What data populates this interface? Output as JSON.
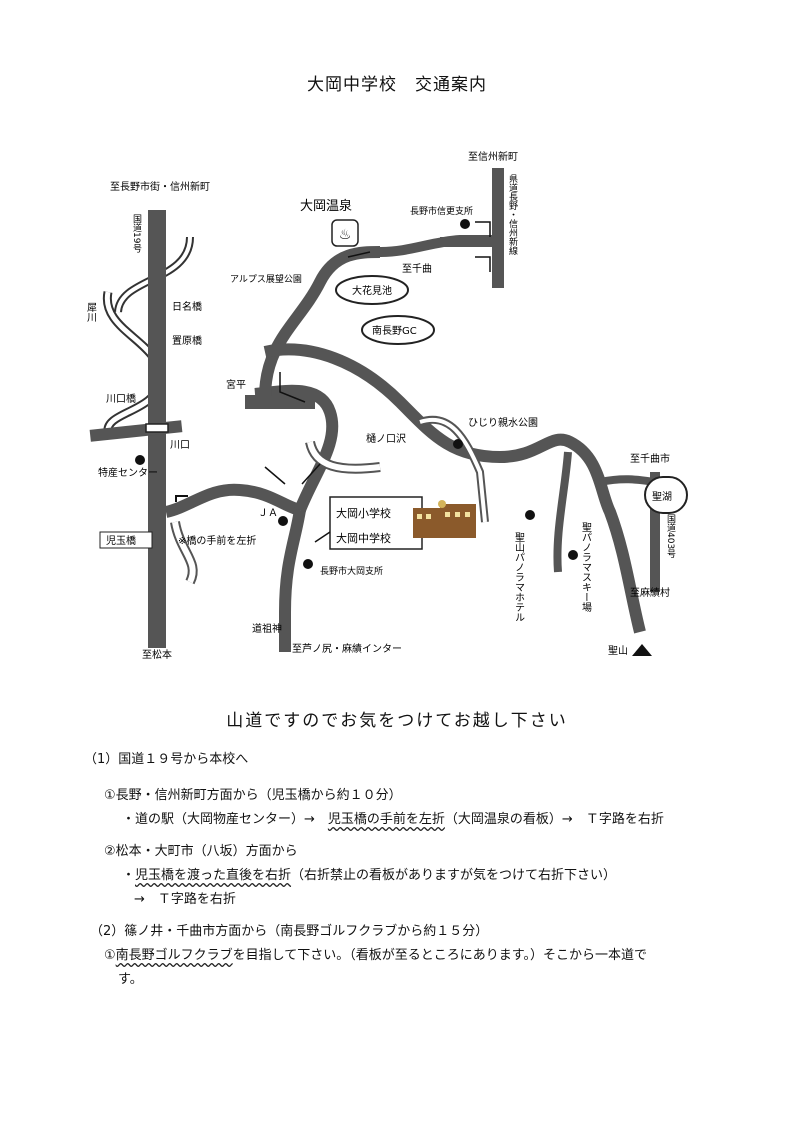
{
  "title": "大岡中学校　交通案内",
  "map": {
    "top_left_label": "至長野市街・信州新町",
    "route19": "国道19号",
    "river": "犀川",
    "bridge_hinaba": "日名橋",
    "bridge_ohara": "置原橋",
    "bridge_kawaguchi": "川口橋",
    "kawaguchi": "川口",
    "tokusan": "特産センター",
    "kodama": "児玉橋",
    "note": "※橋の手前を左折",
    "ja": "ＪＡ",
    "onsen": "大岡温泉",
    "shisho1": "長野市信更支所",
    "to_shinshushinmachi": "至信州新町",
    "prefroad": "県道長野・信州新線",
    "to_chikuma1": "至千曲",
    "alps": "アルプス展望公園",
    "ohanami": "大花見池",
    "golf": "南長野GC",
    "miyadaira": "宮平",
    "hijiri_park": "ひじり親水公園",
    "hinokuchizawa": "樋ノ口沢",
    "school1": "大岡小学校",
    "school2": "大岡中学校",
    "to_chikuma2": "至千曲市",
    "hijirikoko": "聖湖",
    "route403": "国道403号",
    "to_omi": "至麻績村",
    "hotel": "聖山パノラマホテル",
    "ski": "聖パノラマスキー場",
    "hijiriyama": "聖山",
    "shisho2": "長野市大岡支所",
    "dosojin": "道祖神",
    "to_matsumoto": "至松本",
    "to_interchange": "至芦ノ尻・麻績インター"
  },
  "heading": "山道ですのでお気をつけてお越し下さい",
  "lines": {
    "s1": "（1）国道１９号から本校へ",
    "s1a": "①長野・信州新町方面から（児玉橋から約１０分）",
    "s1a_pre": "・道の駅（大岡物産センター）→　",
    "s1a_u": "児玉橋の手前を左折",
    "s1a_post": "（大岡温泉の看板）→　Ｔ字路を右折",
    "s1b": "②松本・大町市（八坂）方面から",
    "s1b_pre": "・",
    "s1b_u": "児玉橋を渡った直後を右折",
    "s1b_post": "（右折禁止の看板がありますが気をつけて右折下さい）",
    "s1b2": "→　Ｔ字路を右折",
    "s2": "（2）篠ノ井・千曲市方面から（南長野ゴルフクラブから約１５分）",
    "s2a_pre": "①",
    "s2a_u": "南長野ゴルフクラブ",
    "s2a_post": "を目指して下さい。（看板が至るところにあります。）そこから一本道で",
    "s2a2": "す。"
  }
}
